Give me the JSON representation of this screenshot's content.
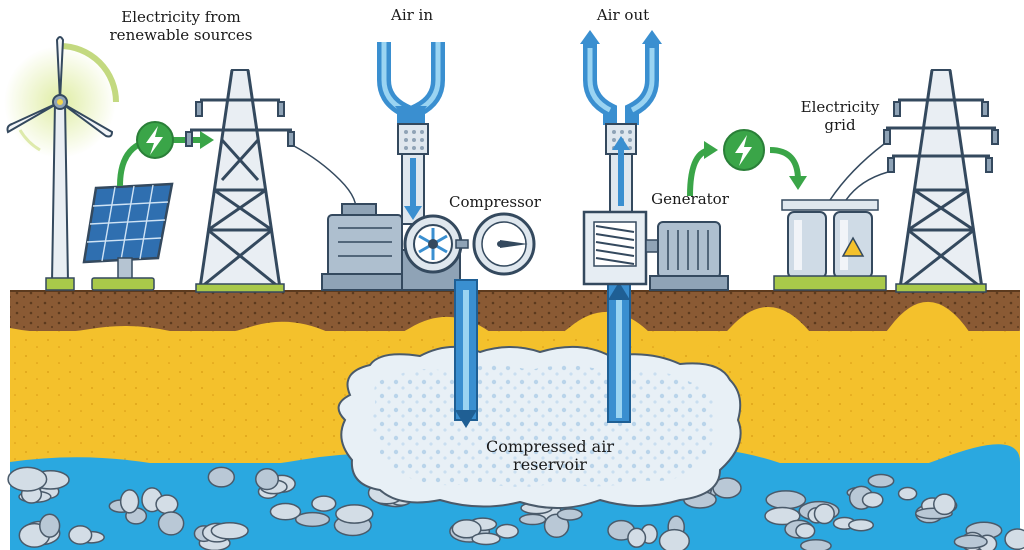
{
  "labels": {
    "renewable": "Electricity from\nrenewable sources",
    "air_in": "Air in",
    "air_out": "Air out",
    "compressor": "Compressor",
    "generator": "Generator",
    "grid": "Electricity\ngrid",
    "reservoir": "Compressed air\nreservoir"
  },
  "icons": {
    "wind_turbine": "wind-turbine-icon",
    "solar_panel": "solar-panel-icon",
    "power_tower": "power-tower-icon",
    "lightning_badge": "lightning-icon",
    "gauge": "pressure-gauge-icon",
    "transformer": "transformer-icon",
    "warning": "warning-triangle-icon"
  },
  "colors": {
    "sky": "#ffffff",
    "topsoil": "#8a5a34",
    "sand": "#f4c12c",
    "water": "#2aa8e0",
    "pipe_blue": "#3a8fd0",
    "arrow_light": "#9ad4f2",
    "machine_gray": "#9fb3c6",
    "badge_green": "#3aa548",
    "reservoir": "#e8f0f6"
  }
}
